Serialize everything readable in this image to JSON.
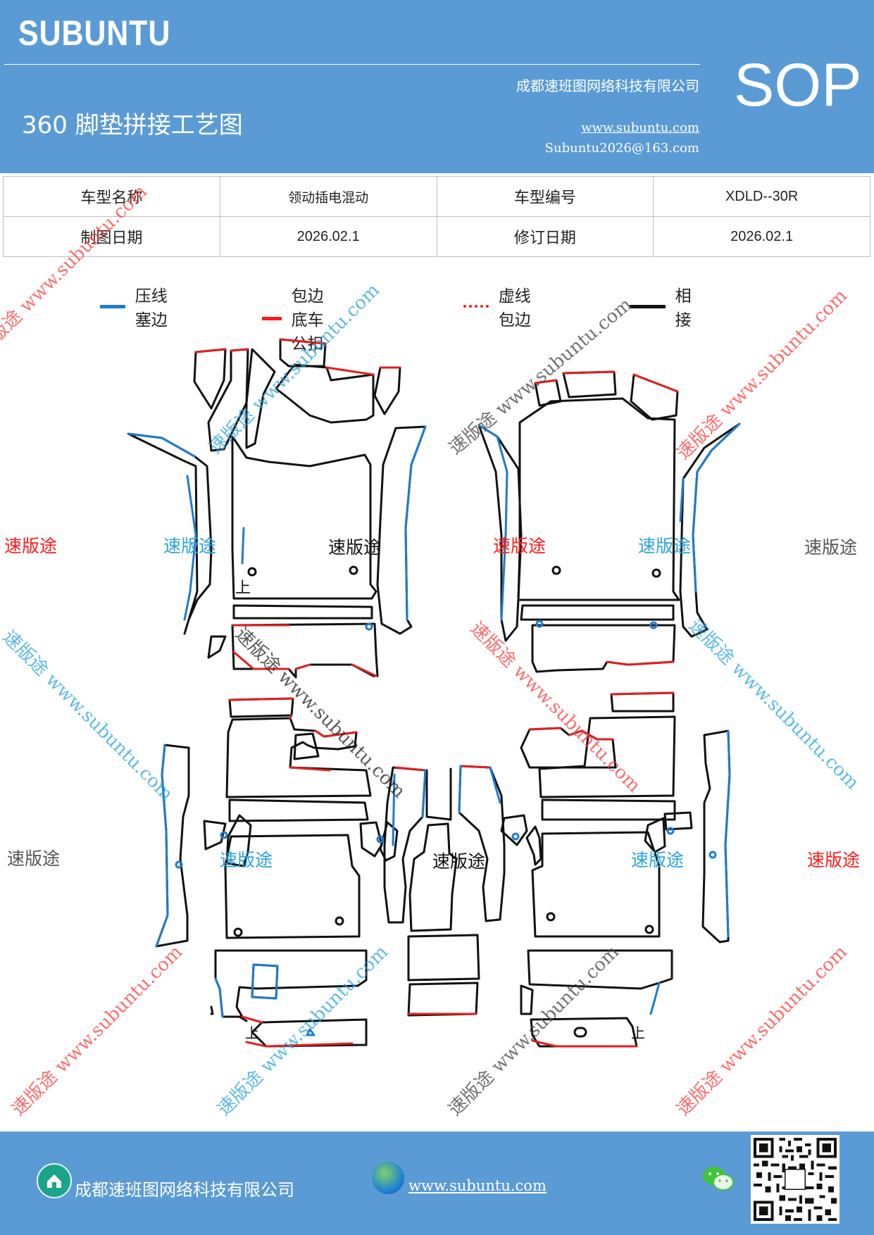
{
  "header": {
    "brand": "SUBUNTU",
    "company": "成都速班图网络科技有限公司",
    "title": "360 脚垫拼接工艺图",
    "website": "www.subuntu.com",
    "email": "Subuntu2026@163.com",
    "sop": "SOP"
  },
  "info": {
    "model_name_label": "车型名称",
    "model_name_value": "领动插电混动",
    "model_code_label": "车型编号",
    "model_code_value": "XDLD--30R",
    "draw_date_label": "制图日期",
    "draw_date_value": "2026.02.1",
    "revise_date_label": "修订日期",
    "revise_date_value": "2026.02.1"
  },
  "legend": [
    {
      "label": "压线塞边",
      "color": "#1f7bd0",
      "style": "solid"
    },
    {
      "label": "包边底车公扣",
      "color": "#ff1a1a",
      "style": "solid"
    },
    {
      "label": "虚线包边",
      "color": "#ff1a1a",
      "style": "dotted"
    },
    {
      "label": "相接",
      "color": "#111111",
      "style": "solid"
    }
  ],
  "diagram": {
    "up_label": "上",
    "watermark_text": "速版途",
    "watermark_url": "速版途 www.subuntu.com",
    "colors": {
      "press": "#1f7bd0",
      "wrap": "#e02020",
      "join": "#111111"
    }
  },
  "footer": {
    "company": "成都速班图网络科技有限公司",
    "website": "www.subuntu.com"
  }
}
